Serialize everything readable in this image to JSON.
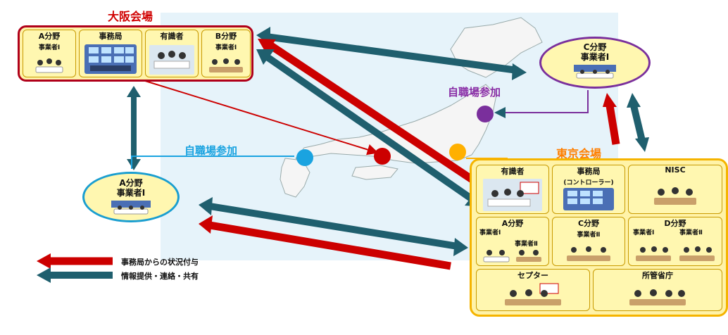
{
  "osaka": {
    "title": "大阪会場",
    "cells": [
      {
        "label": "A分野",
        "sub": "事業者Ⅰ"
      },
      {
        "label": "事務局"
      },
      {
        "label": "有識者"
      },
      {
        "label": "B分野",
        "sub": "事業者Ⅰ"
      }
    ]
  },
  "tokyo": {
    "title": "東京会場",
    "cells": {
      "expert": {
        "label": "有識者"
      },
      "secretariat": {
        "label": "事務局",
        "sub": "(コントローラー)"
      },
      "nisc": {
        "label": "NISC"
      },
      "field_a": {
        "label": "A分野",
        "sub1": "事業者Ⅰ",
        "sub2": "事業者Ⅱ"
      },
      "field_c": {
        "label": "C分野",
        "sub": "事業者Ⅱ"
      },
      "field_d": {
        "label": "D分野",
        "sub1": "事業者Ⅰ",
        "sub2": "事業者Ⅱ"
      },
      "ceptoar": {
        "label": "セプター"
      },
      "ministry": {
        "label": "所管省庁"
      }
    }
  },
  "remote": {
    "c_field": {
      "line1": "C分野",
      "line2": "事業者Ⅰ"
    },
    "a_field": {
      "line1": "A分野",
      "line2": "事業者Ⅰ"
    },
    "join_purple": "自職場参加",
    "join_blue": "自職場参加"
  },
  "legend": {
    "items": [
      {
        "label": "事務局からの状況付与",
        "color": "#cc0000"
      },
      {
        "label": "情報提供・連絡・共有",
        "color": "#1f5f6e"
      }
    ]
  },
  "colors": {
    "red": "#cc0000",
    "teal": "#1f5f6e",
    "purple": "#7a2f9c",
    "blue": "#1aa3e0",
    "orange": "#ffb000",
    "dark_red": "#b0001a"
  }
}
